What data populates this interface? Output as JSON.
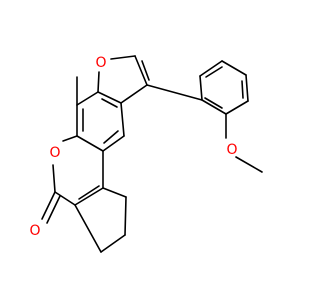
{
  "molecule": {
    "atoms": {
      "O_furan": {
        "symbol": "O",
        "color": "#ff0000"
      },
      "O_lactone": {
        "symbol": "O",
        "color": "#ff0000"
      },
      "O_carbonyl": {
        "symbol": "O",
        "color": "#ff0000"
      },
      "O_methoxy": {
        "symbol": "O",
        "color": "#ff0000"
      }
    },
    "bond_color": "#000000"
  }
}
